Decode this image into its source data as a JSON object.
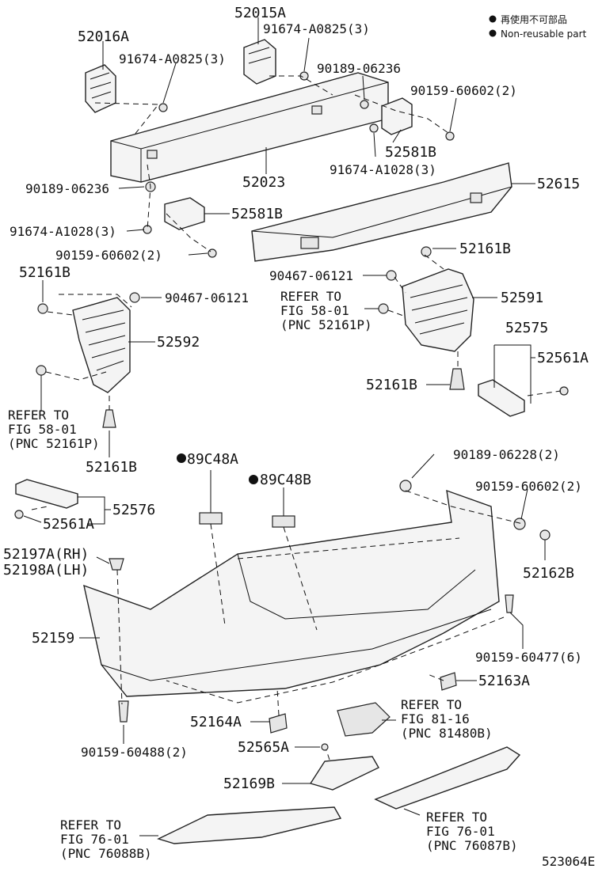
{
  "legend": {
    "line1": "再使用不可部品",
    "line2": "Non-reusable part"
  },
  "labels": {
    "p52015A": "52015A",
    "p52016A": "52016A",
    "p91674_A0825_top": "91674-A0825(3)",
    "p91674_A0825_left": "91674-A0825(3)",
    "p90189_06236_top": "90189-06236",
    "p90159_60602_top": "90159-60602(2)",
    "p52581B_top": "52581B",
    "p91674_A1028_right": "91674-A1028(3)",
    "p52023": "52023",
    "p52615": "52615",
    "p90189_06236_left": "90189-06236",
    "p52581B_left": "52581B",
    "p91674_A1028_left": "91674-A1028(3)",
    "p90159_60602_left": "90159-60602(2)",
    "p52161B_tl": "52161B",
    "p52161B_tr": "52161B",
    "p90467_06121_left": "90467-06121",
    "p90467_06121_mid": "90467-06121",
    "p52591": "52591",
    "p52592": "52592",
    "p52575": "52575",
    "p52561A_right": "52561A",
    "p52161B_mid": "52161B",
    "p52161B_bottom": "52161B",
    "p89C48A": "89C48A",
    "p89C48B": "89C48B",
    "p90189_06228": "90189-06228(2)",
    "p90159_60602_mid": "90159-60602(2)",
    "p52576": "52576",
    "p52561A_left": "52561A",
    "p52162B": "52162B",
    "p52197A": "52197A(RH)",
    "p52198A": "52198A(LH)",
    "p52159": "52159",
    "p90159_60477": "90159-60477(6)",
    "p52163A": "52163A",
    "p52164A": "52164A",
    "p52565A": "52565A",
    "p52169B": "52169B",
    "p90159_60488": "90159-60488(2)",
    "diagram_code": "523064E"
  },
  "refs": {
    "r1": {
      "line1": "REFER TO",
      "line2": "FIG 58-01",
      "line3": "(PNC 52161P)"
    },
    "r2": {
      "line1": "REFER TO",
      "line2": "FIG 58-01",
      "line3": "(PNC 52161P)"
    },
    "r3": {
      "line1": "REFER TO",
      "line2": "FIG 81-16",
      "line3": "(PNC 81480B)"
    },
    "r4": {
      "line1": "REFER TO",
      "line2": "FIG 76-01",
      "line3": "(PNC 76088B)"
    },
    "r5": {
      "line1": "REFER TO",
      "line2": "FIG 76-01",
      "line3": "(PNC 76087B)"
    }
  }
}
